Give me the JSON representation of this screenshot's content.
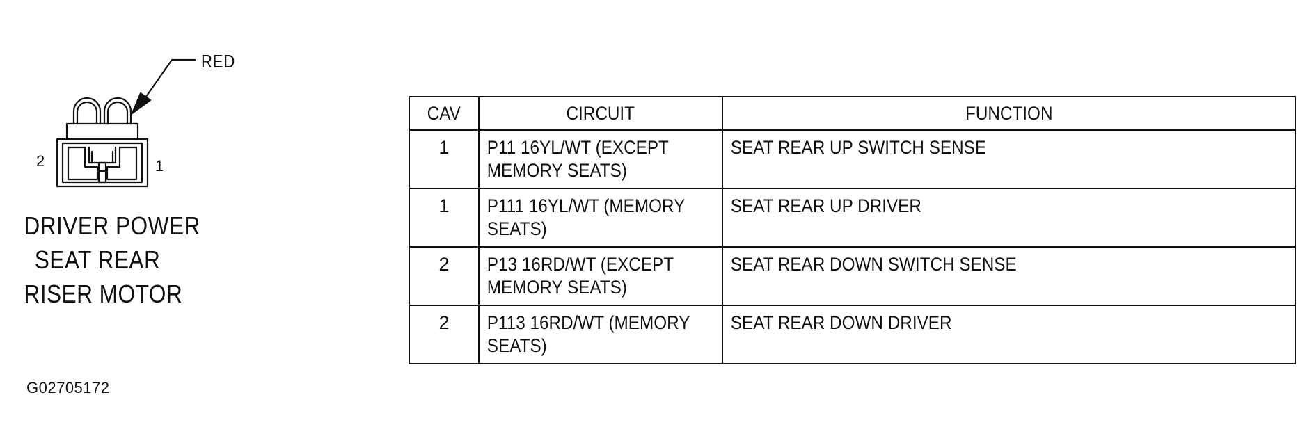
{
  "connector": {
    "wire_color_label": "RED",
    "pin_labels": [
      "2",
      "1"
    ],
    "name_lines": [
      "DRIVER POWER",
      "SEAT REAR",
      "RISER MOTOR"
    ]
  },
  "figure_id": "G02705172",
  "table": {
    "headers": [
      "CAV",
      "CIRCUIT",
      "FUNCTION"
    ],
    "rows": [
      {
        "cav": "1",
        "circuit": "P11 16YL/WT (EXCEPT MEMORY SEATS)",
        "function": "SEAT REAR UP SWITCH SENSE"
      },
      {
        "cav": "1",
        "circuit": "P111 16YL/WT (MEMORY SEATS)",
        "function": "SEAT REAR UP DRIVER"
      },
      {
        "cav": "2",
        "circuit": "P13 16RD/WT (EXCEPT MEMORY SEATS)",
        "function": "SEAT REAR DOWN SWITCH SENSE"
      },
      {
        "cav": "2",
        "circuit": "P113 16RD/WT (MEMORY SEATS)",
        "function": "SEAT REAR DOWN DRIVER"
      }
    ]
  }
}
